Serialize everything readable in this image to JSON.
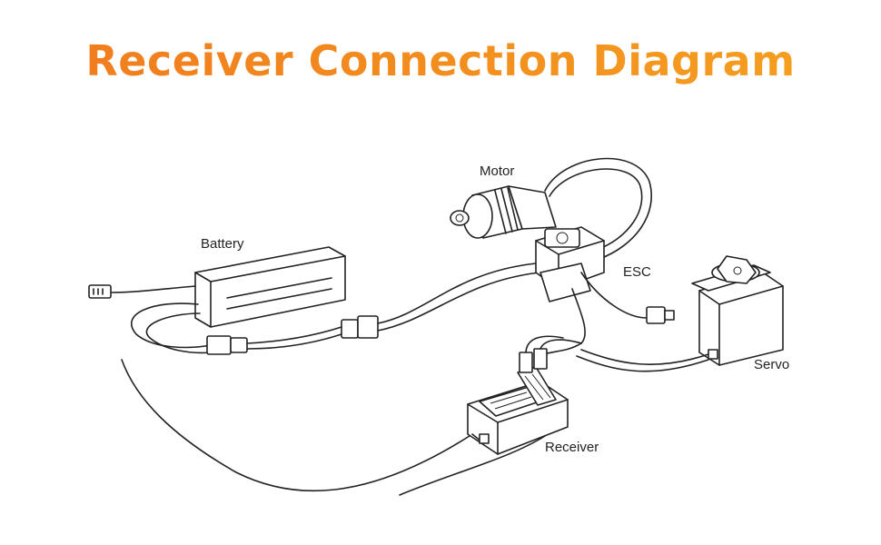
{
  "title": "Receiver Connection Diagram",
  "colors": {
    "title_gradient_start": "#f07a1e",
    "title_gradient_end": "#f5a11f"
  },
  "labels": {
    "motor": "Motor",
    "battery": "Battery",
    "esc": "ESC",
    "servo": "Servo",
    "receiver": "Receiver"
  }
}
